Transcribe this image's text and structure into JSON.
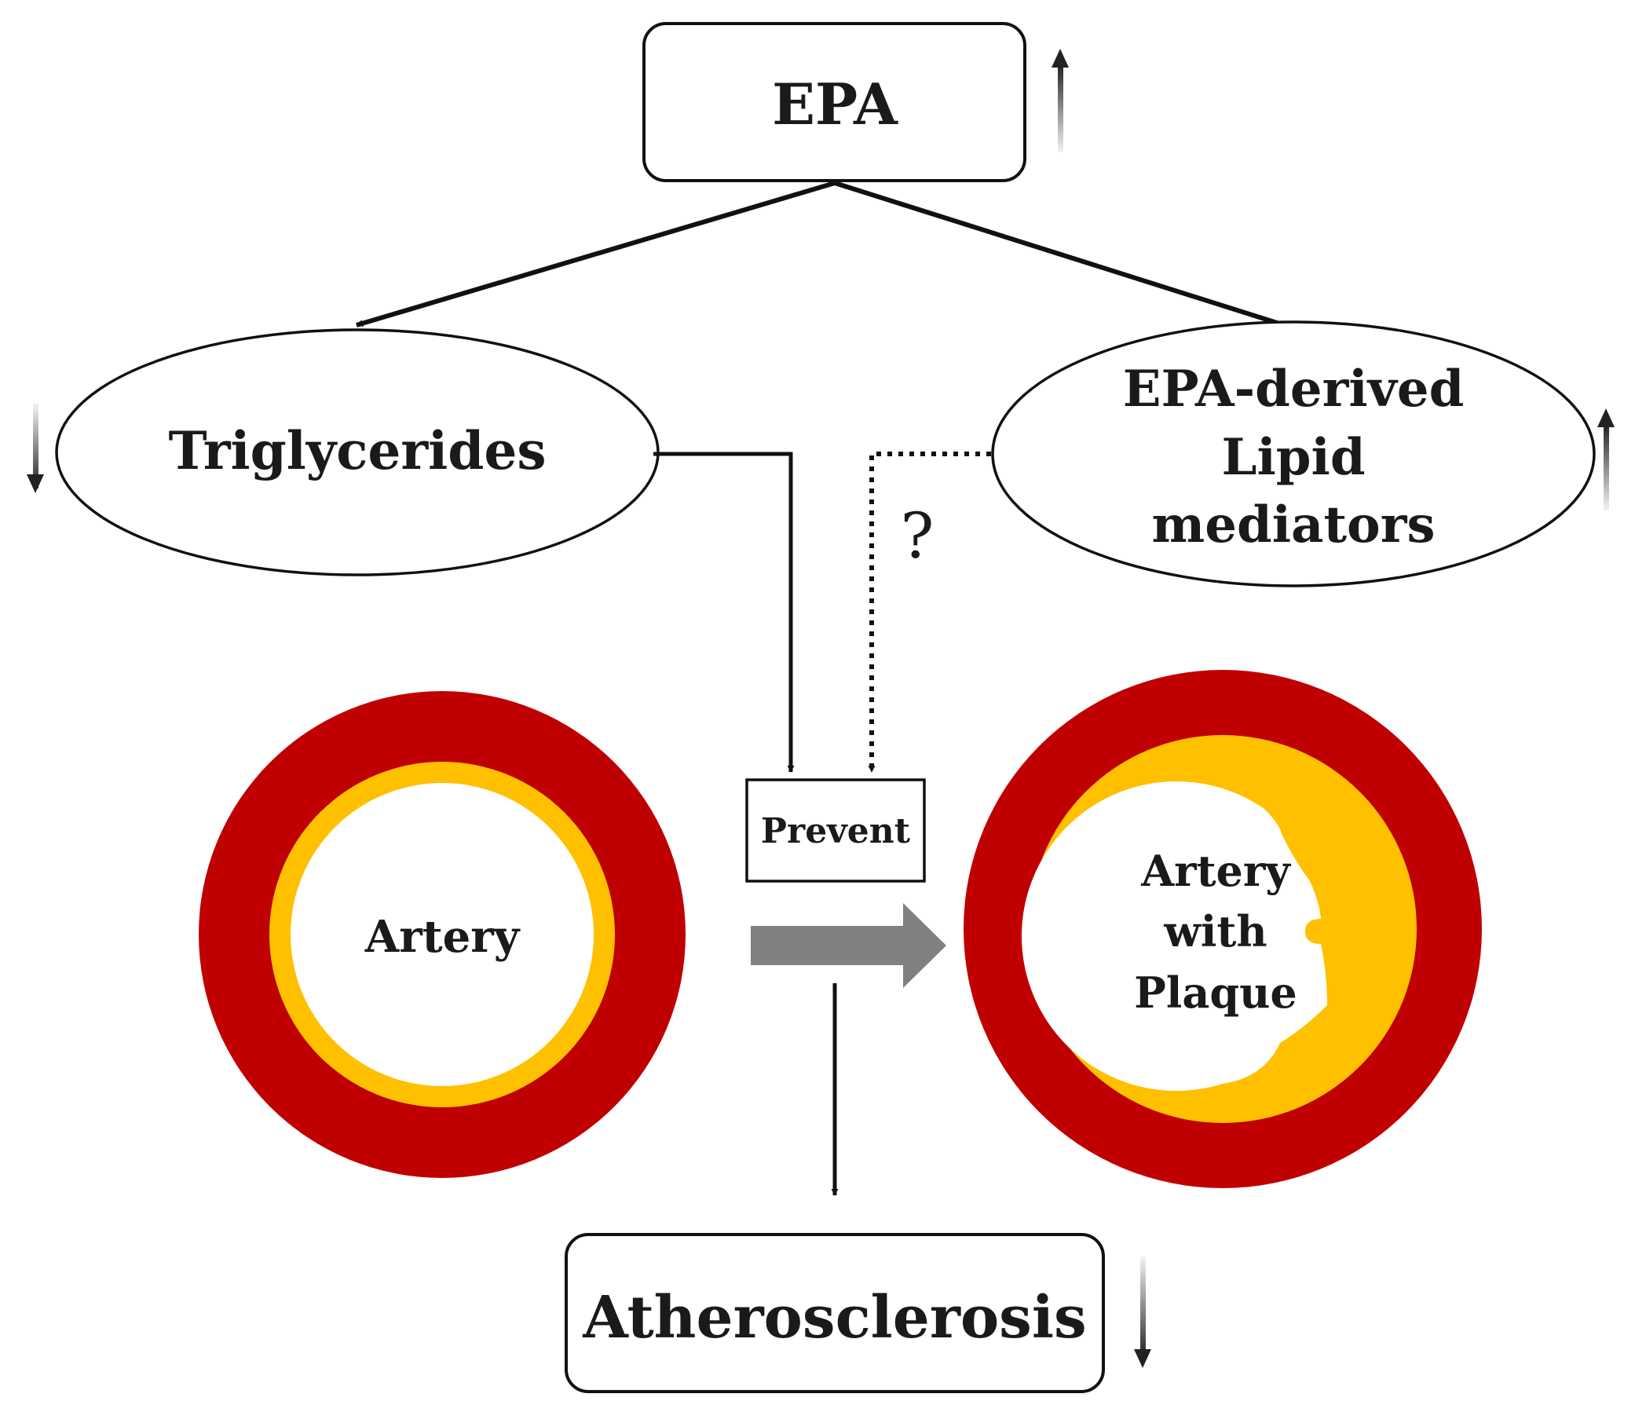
{
  "nodes": {
    "epa": {
      "label": "EPA",
      "trend": "up"
    },
    "triglycerides": {
      "label": "Triglycerides",
      "trend": "down"
    },
    "mediators": {
      "lines": [
        "EPA-derived",
        "Lipid",
        "mediators"
      ],
      "trend": "up"
    },
    "prevent": {
      "label": "Prevent"
    },
    "atherosclerosis": {
      "label": "Atherosclerosis",
      "trend": "down"
    }
  },
  "question_mark": "?",
  "arteries": {
    "healthy": {
      "label": "Artery"
    },
    "plaque": {
      "lines": [
        "Artery",
        "with",
        "Plaque"
      ]
    }
  },
  "colors": {
    "wall": "#c00000",
    "plaque": "#ffc000",
    "lumen": "#ffffff",
    "big_arrow": "#808080",
    "line": "#111111"
  }
}
